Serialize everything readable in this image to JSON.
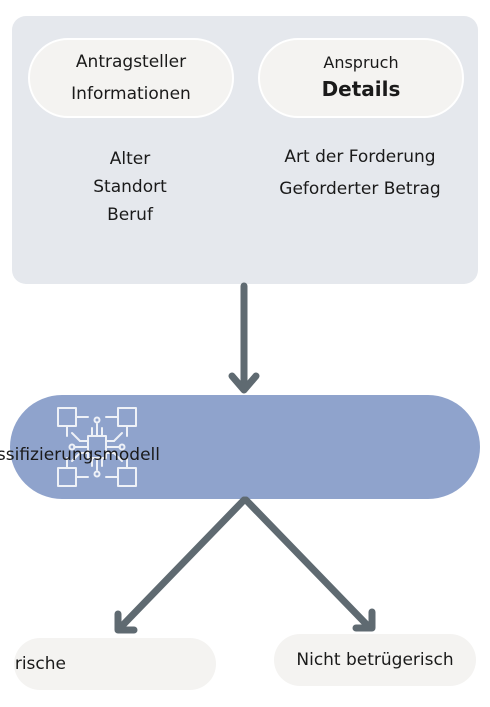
{
  "input_panel": {
    "applicant": {
      "title_line1": "Antragsteller",
      "title_line2": "Informationen",
      "fields": [
        "Alter",
        "Standort",
        "Beruf"
      ]
    },
    "claim": {
      "title_line1": "Anspruch",
      "title_line2": "Details",
      "fields": [
        "Art der Forderung",
        "Geforderter Betrag"
      ]
    }
  },
  "model": {
    "label": "Klassifizierungsmodell",
    "icon": "circuit-icon"
  },
  "outputs": {
    "fraud": "Betrügerische",
    "not_fraud": "Nicht betrügerisch"
  },
  "colors": {
    "panel": "#e5e8ed",
    "pill": "#f4f3f1",
    "model": "#8fa3cc",
    "arrow": "#5f6a71"
  }
}
